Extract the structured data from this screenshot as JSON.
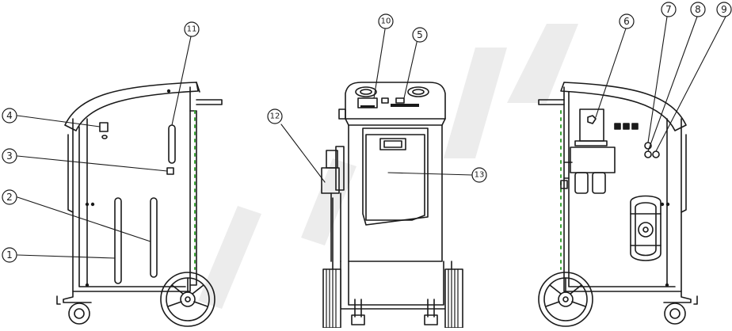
{
  "diagram": {
    "callouts": [
      {
        "id": "c1",
        "label": "1"
      },
      {
        "id": "c2",
        "label": "2"
      },
      {
        "id": "c3",
        "label": "3"
      },
      {
        "id": "c4",
        "label": "4"
      },
      {
        "id": "c5",
        "label": "5"
      },
      {
        "id": "c6",
        "label": "6"
      },
      {
        "id": "c7",
        "label": "7"
      },
      {
        "id": "c8",
        "label": "8"
      },
      {
        "id": "c9",
        "label": "9"
      },
      {
        "id": "c10",
        "label": "10"
      },
      {
        "id": "c11",
        "label": "11"
      },
      {
        "id": "c12",
        "label": "12"
      },
      {
        "id": "c13",
        "label": "13"
      }
    ],
    "colors": {
      "line": "#1a1a1a",
      "accent_green": "#3aa535",
      "watermark": "#e8e8e8"
    }
  }
}
